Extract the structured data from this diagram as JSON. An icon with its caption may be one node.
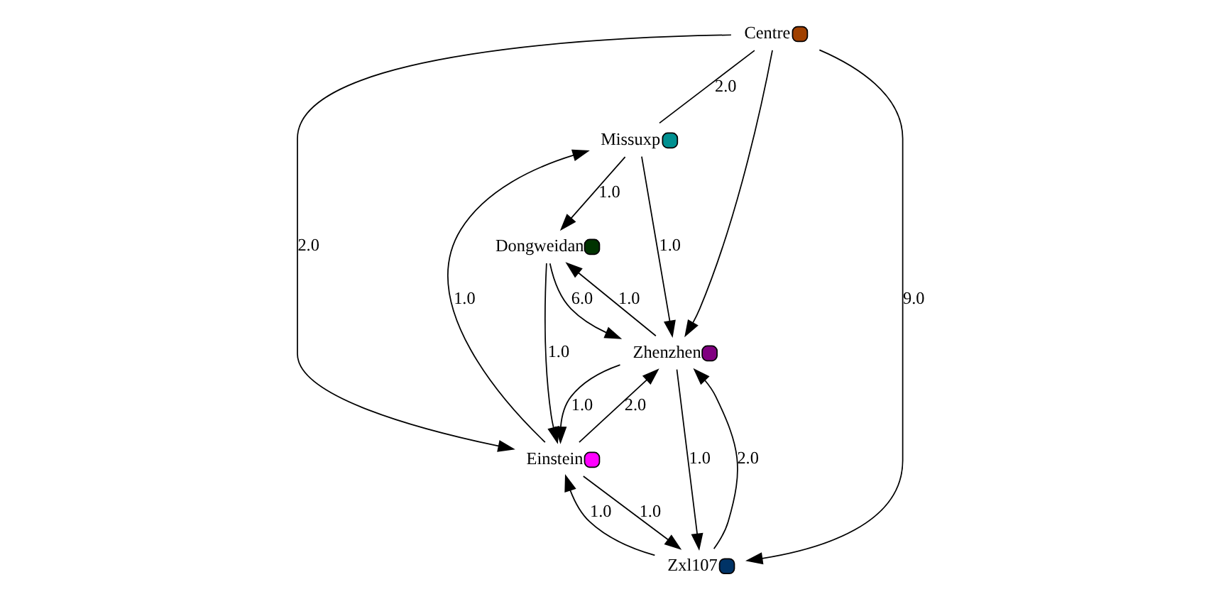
{
  "diagram": {
    "nodes": [
      {
        "text": [
          "Missuxp"
        ]
      },
      {
        "text": [
          "Dongweidan"
        ]
      },
      {
        "text": [
          "Zhenzhen"
        ]
      },
      {
        "text": [
          "Centre"
        ]
      },
      {
        "text": [
          "Zxl107"
        ]
      },
      {
        "text": [
          "Einstein"
        ]
      }
    ],
    "edges": [
      {
        "from": 0,
        "to": 2,
        "arrow": "to",
        "label": "1.0"
      },
      {
        "from": 0,
        "to": 1,
        "arrow": "to",
        "label": "1.0"
      },
      {
        "from": 3,
        "to": 0,
        "arrow": "none",
        "label": "2.0"
      },
      {
        "from": 1,
        "to": 2,
        "arrow": "to",
        "label": "6.0"
      },
      {
        "from": 2,
        "to": 1,
        "arrow": "to",
        "label": "1.0"
      },
      {
        "from": 1,
        "to": 5,
        "arrow": "to",
        "label": "1.0"
      },
      {
        "from": 3,
        "to": 2,
        "arrow": "to"
      },
      {
        "from": 3,
        "to": 5,
        "arrow": "to",
        "label": "2.0"
      },
      {
        "from": 3,
        "to": 4,
        "arrow": "to",
        "label": "9.0"
      },
      {
        "from": 2,
        "to": 4,
        "arrow": "to",
        "label": "1.0"
      },
      {
        "from": 4,
        "to": 2,
        "arrow": "to",
        "label": "2.0"
      },
      {
        "from": 2,
        "to": 5,
        "arrow": "to",
        "label": "1.0"
      },
      {
        "from": 5,
        "to": 2,
        "arrow": "to",
        "label": "2.0"
      },
      {
        "from": 5,
        "to": 0,
        "arrow": "to",
        "label": "1.0"
      },
      {
        "from": 5,
        "to": 4,
        "arrow": "to",
        "label": "1.0"
      },
      {
        "from": 4,
        "to": 5,
        "arrow": "to",
        "label": "1.0"
      }
    ]
  }
}
